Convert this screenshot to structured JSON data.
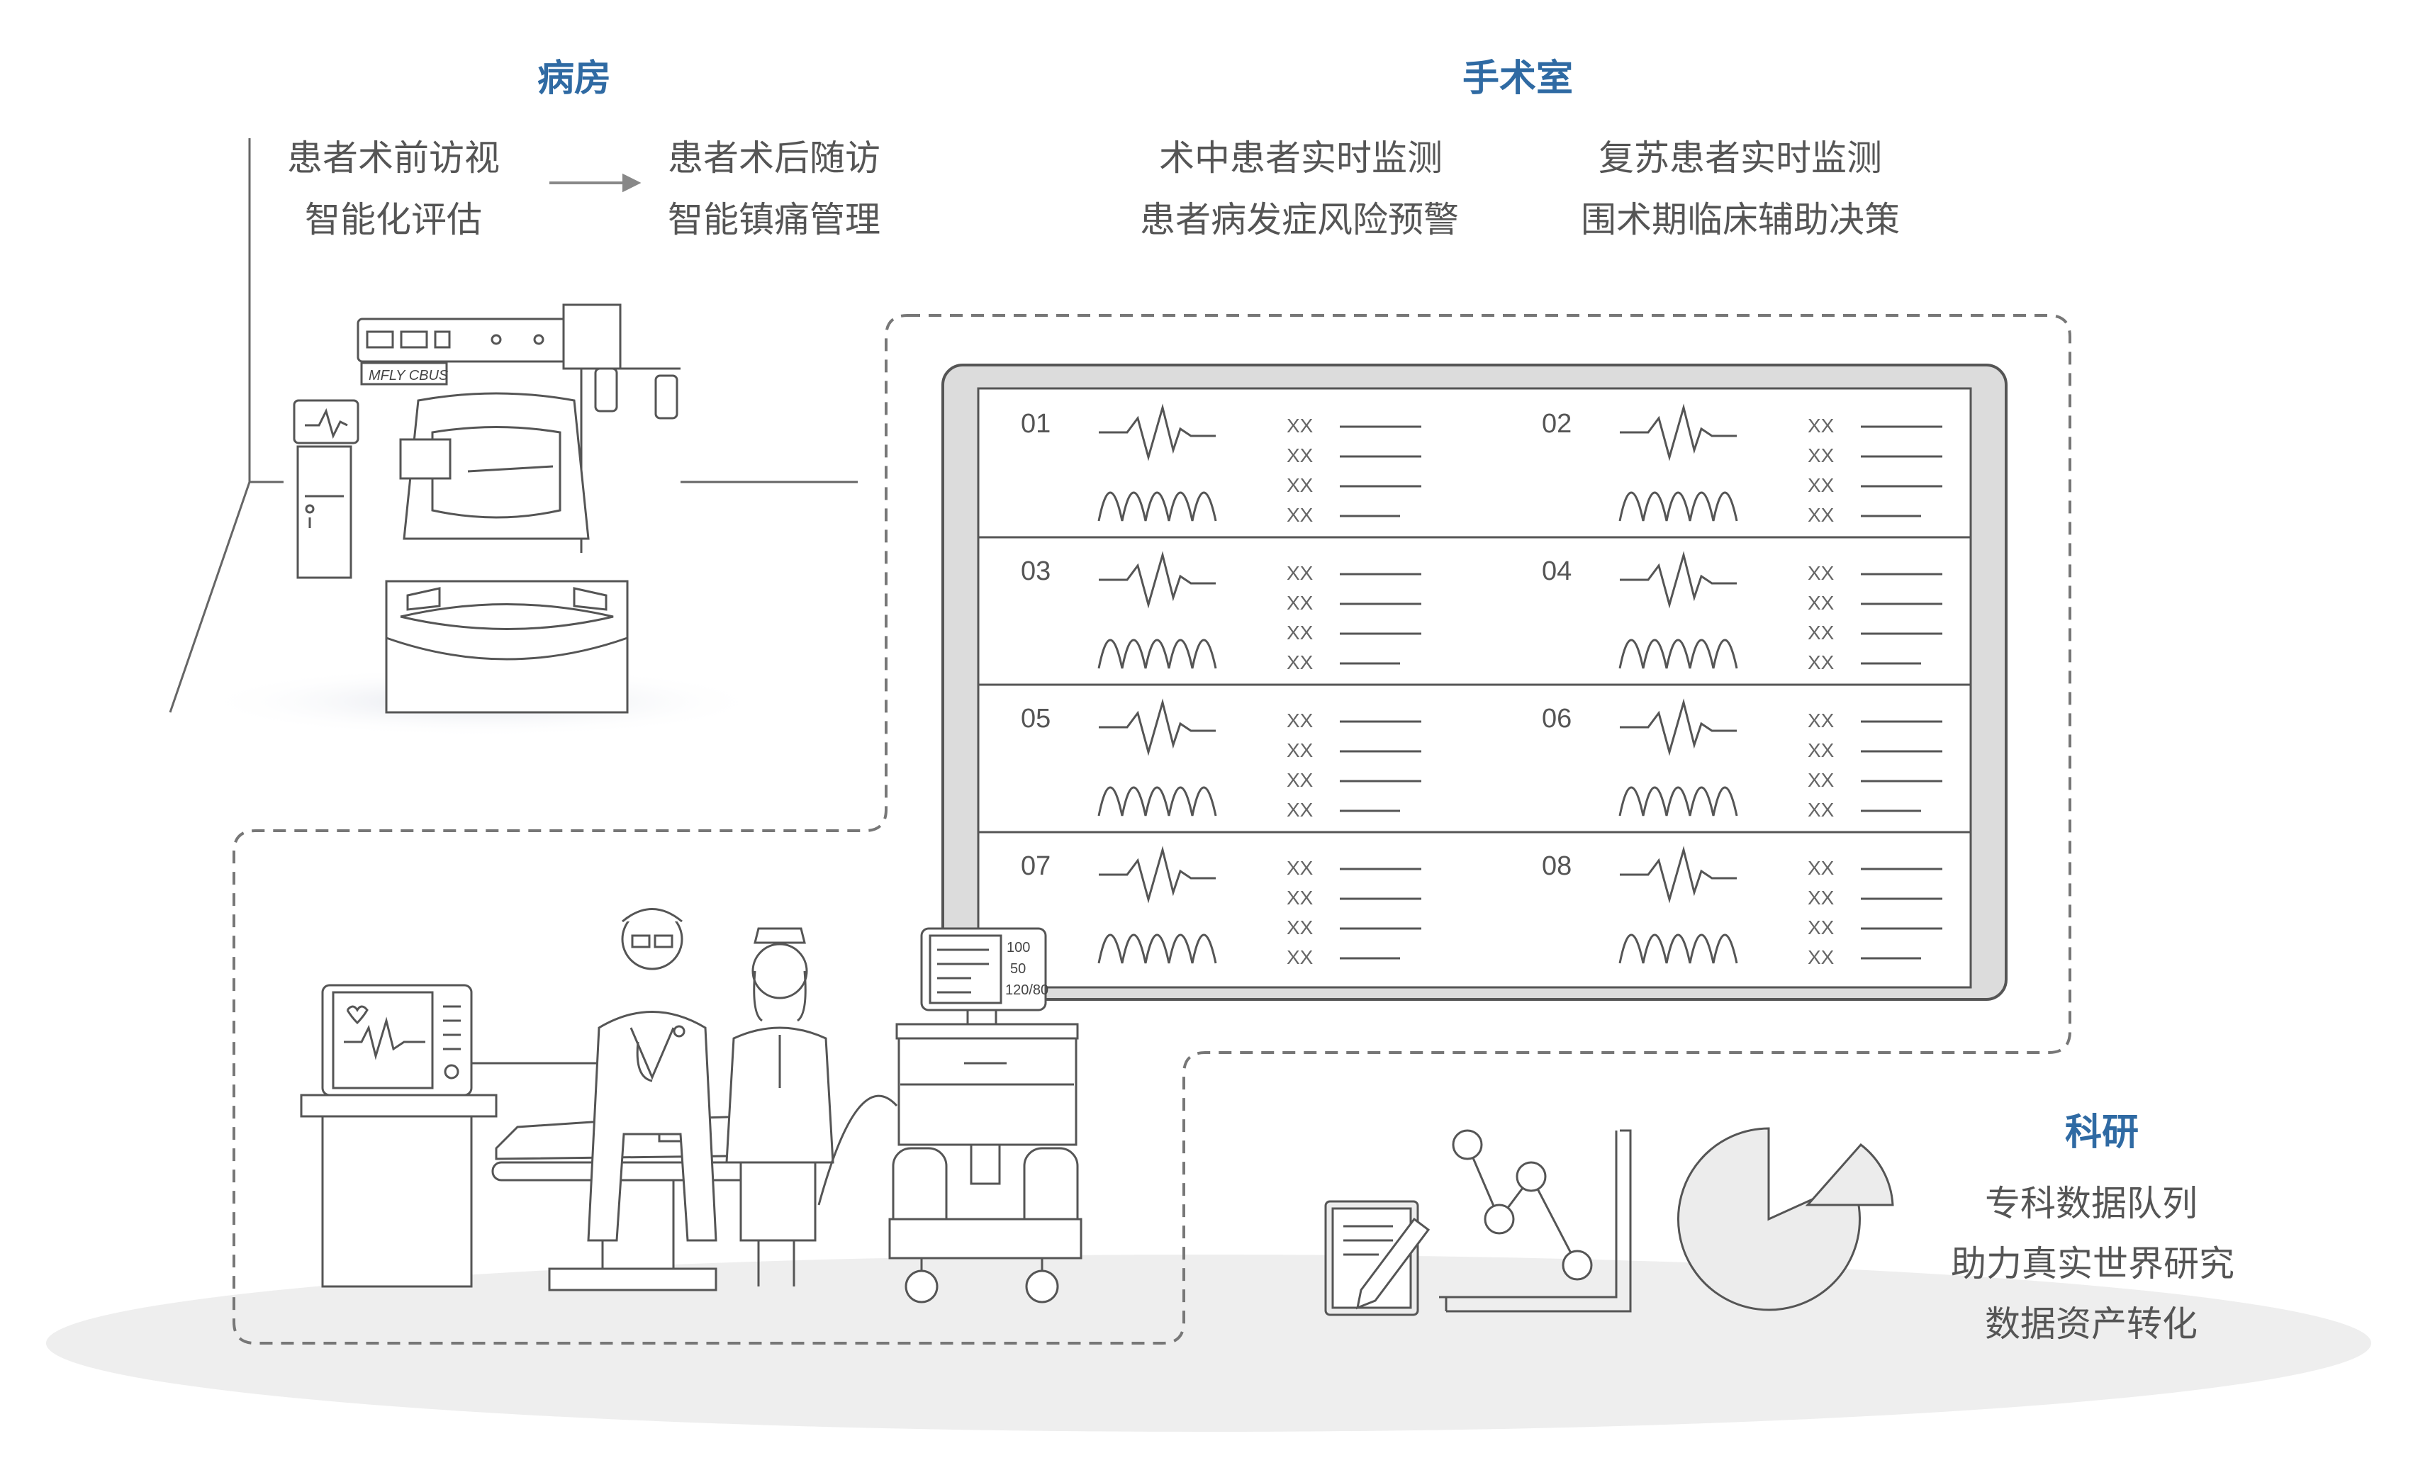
{
  "sections": {
    "ward": {
      "title": "病房",
      "pre_op": [
        "患者术前访视",
        "智能化评估"
      ],
      "post_op": [
        "患者术后随访",
        "智能镇痛管理"
      ],
      "monitor_sign": "MFLY CBUS"
    },
    "operating_room": {
      "title": "手术室",
      "col1": [
        "术中患者实时监测",
        "患者病发症风险预警"
      ],
      "col2": [
        "复苏患者实时监测",
        "围术期临床辅助决策"
      ]
    },
    "research": {
      "title": "科研",
      "items": [
        "专科数据队列",
        "助力真实世界研究",
        "数据资产转化"
      ]
    }
  },
  "dashboard": {
    "panels": [
      "01",
      "02",
      "03",
      "04",
      "05",
      "06",
      "07",
      "08"
    ],
    "row_label": "XX"
  },
  "cart_monitor": [
    "100",
    "50",
    "120/80"
  ],
  "colors": {
    "heading": "#2f6aa3",
    "text": "#555555",
    "line": "#666666",
    "dash": "#777777"
  }
}
